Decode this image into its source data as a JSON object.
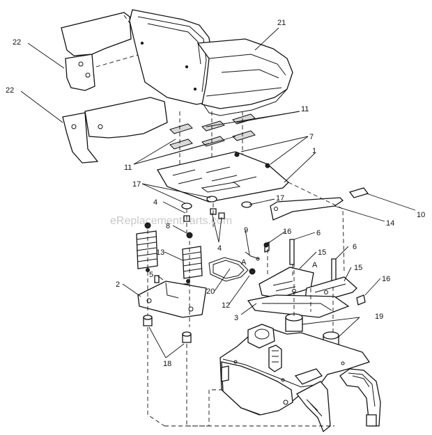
{
  "diagram": {
    "watermark": "eReplacementParts.com",
    "callouts": {
      "seat": "21",
      "armrest_upper": "22",
      "armrest_lower": "22",
      "seat_pad_left": "11",
      "seat_pad_right": "11",
      "bushing_upper": "7",
      "seat_plate": "1",
      "isolators_left": "17",
      "isolators_right": "17",
      "bolt_left": "4",
      "bolt_right": "4",
      "handle_grip": "10",
      "adjust_handle": "14",
      "nut_upper": "8",
      "spring": "13",
      "screw_small": "5",
      "spring_bracket": "2",
      "clip": "9",
      "locknut": "16",
      "pivot_bolt_left": "6",
      "pivot_bolt_right": "6",
      "rail_left": "15",
      "rail_right": "15",
      "wire_spring": "20",
      "washer": "12",
      "slide_plate": "3",
      "locknut_right": "16",
      "bumper": "19",
      "spacer": "18",
      "ref_a_left": "A",
      "ref_a_right": "A"
    }
  }
}
